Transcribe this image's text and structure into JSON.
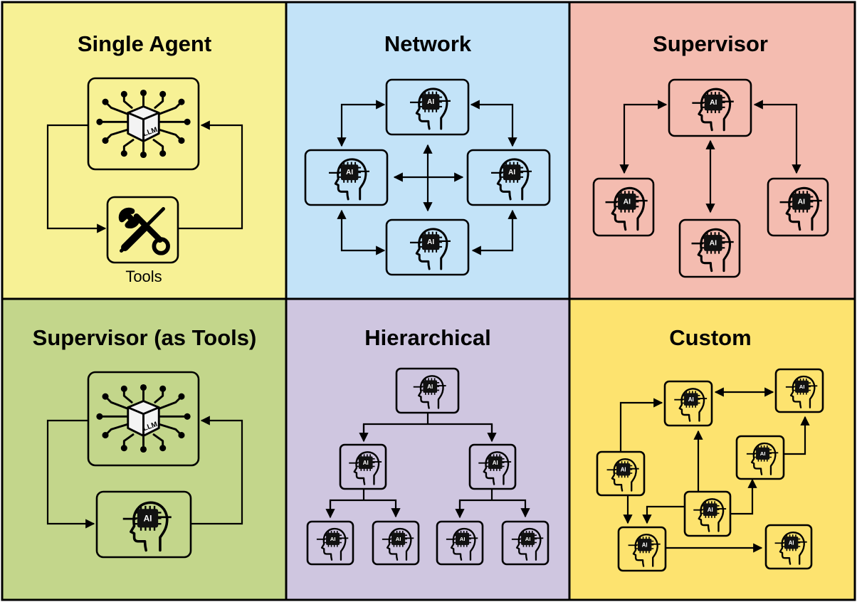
{
  "colors": {
    "single_agent": "#f7f195",
    "network": "#c3e3f8",
    "supervisor": "#f4bcb0",
    "supervisor_tools": "#c3d68b",
    "hierarchical": "#cfc6e0",
    "custom": "#fde36f",
    "line": "#000000"
  },
  "icons": {
    "llm": "llm-cube-network-icon",
    "tools": "wrench-screwdriver-icon",
    "agent": "ai-head-chip-icon"
  },
  "panels": {
    "single_agent": {
      "title": "Single Agent",
      "llm_label": "LLM",
      "tools_label": "Tools"
    },
    "network": {
      "title": "Network",
      "chip_label": "AI"
    },
    "supervisor": {
      "title": "Supervisor",
      "chip_label": "AI"
    },
    "supervisor_tools": {
      "title": "Supervisor (as Tools)",
      "llm_label": "LLM",
      "chip_label": "AI"
    },
    "hierarchical": {
      "title": "Hierarchical",
      "chip_label": "AI"
    },
    "custom": {
      "title": "Custom",
      "chip_label": "AI"
    }
  }
}
